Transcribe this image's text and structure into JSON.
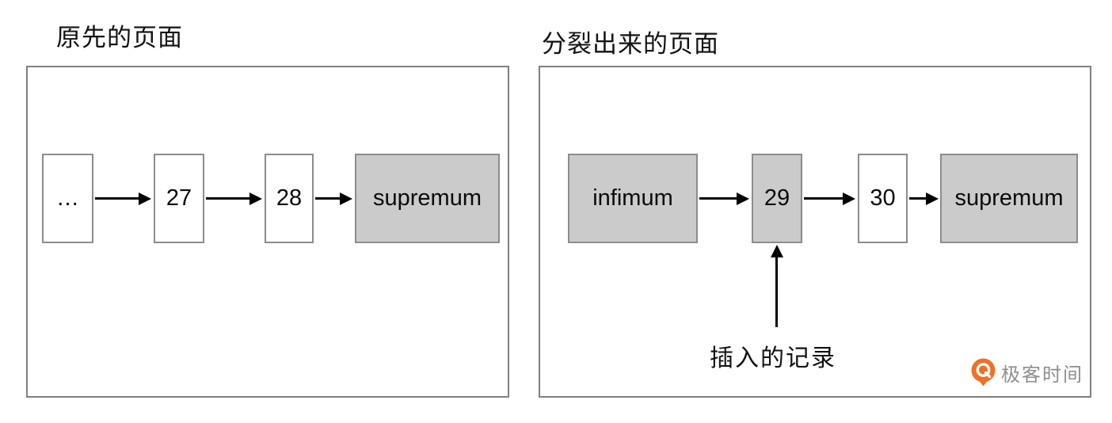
{
  "colors": {
    "node_fill": "#cbcbcb",
    "node_border": "#8c8c8c",
    "panel_border": "#7f7f7f",
    "arrow": "#000000",
    "brand_orange": "#ee7125",
    "logo_text_gray": "#8e8e8e"
  },
  "panels": [
    {
      "title": "原先的页面",
      "nodes": [
        {
          "label": "…",
          "filled": false
        },
        {
          "label": "27",
          "filled": false
        },
        {
          "label": "28",
          "filled": false
        },
        {
          "label": "supremum",
          "filled": true
        }
      ]
    },
    {
      "title": "分裂出来的页面",
      "nodes": [
        {
          "label": "infimum",
          "filled": true
        },
        {
          "label": "29",
          "filled": true
        },
        {
          "label": "30",
          "filled": false
        },
        {
          "label": "supremum",
          "filled": true
        }
      ],
      "annotation": "插入的记录"
    }
  ],
  "logo": {
    "text": "极客时间"
  }
}
